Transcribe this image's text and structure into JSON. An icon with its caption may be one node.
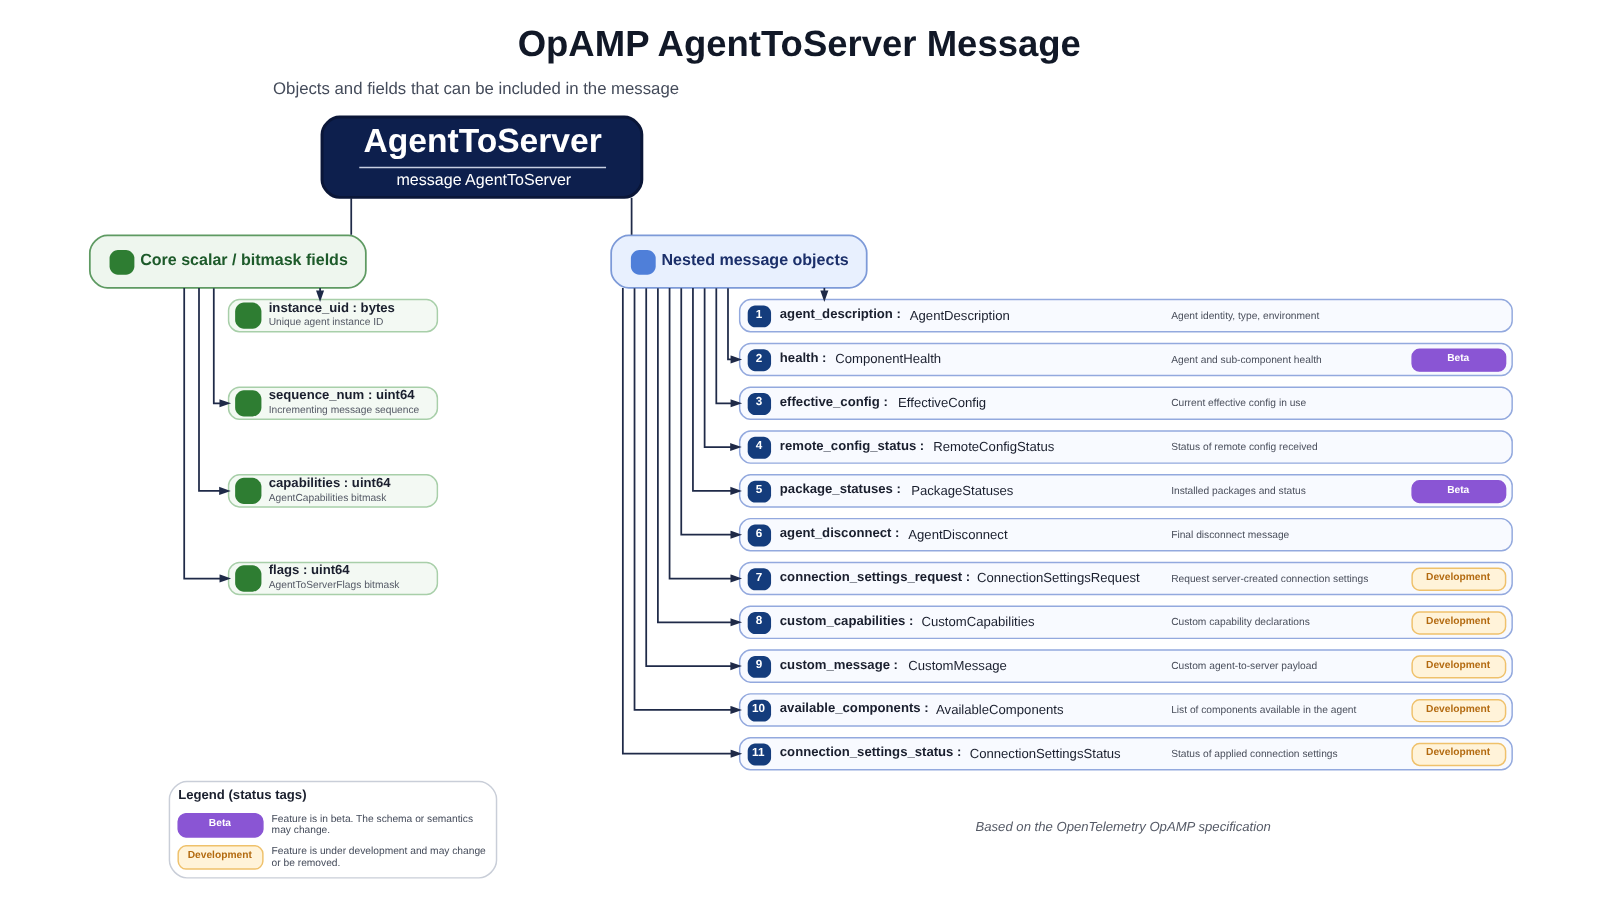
{
  "diagram": {
    "title": "OpAMP AgentToServer Message",
    "caption": "Based on the OpenTelemetry OpAMP specification",
    "nodes": [
      {
        "text": [
          "AgentToServer",
          "message AgentToServer"
        ]
      },
      {
        "text": [
          "Core scalar / bitmask fields"
        ]
      },
      {
        "text": [
          "instance_uid : bytes",
          "Unique agent instance ID"
        ]
      },
      {
        "text": [
          "sequence_num : uint64",
          "Incrementing message sequence"
        ]
      },
      {
        "text": [
          "capabilities : uint64",
          "AgentCapabilities bitmask"
        ]
      },
      {
        "text": [
          "flags : uint64",
          "AgentToServerFlags bitmask"
        ]
      },
      {
        "text": [
          "Nested message objects"
        ]
      },
      {
        "text": [
          "1",
          "agent_description : AgentDescription",
          "Agent identity, type, environment"
        ]
      },
      {
        "text": [
          "2",
          "health : ComponentHealth",
          "Agent and sub-component health",
          "Beta"
        ]
      },
      {
        "text": [
          "3",
          "effective_config : EffectiveConfig",
          "Current effective config in use"
        ]
      },
      {
        "text": [
          "4",
          "remote_config_status : RemoteConfigStatus",
          "Status of remote config received"
        ]
      },
      {
        "text": [
          "5",
          "package_statuses : PackageStatuses",
          "Installed packages and status",
          "Beta"
        ]
      },
      {
        "text": [
          "6",
          "agent_disconnect : AgentDisconnect",
          "Final disconnect message"
        ]
      },
      {
        "text": [
          "7",
          "connection_settings_request : ConnectionSettingsRequest",
          "Request server-created connection settings",
          "Development"
        ]
      },
      {
        "text": [
          "8",
          "custom_capabilities : CustomCapabilities",
          "Custom capability declarations",
          "Development"
        ]
      },
      {
        "text": [
          "9",
          "custom_message : CustomMessage",
          "Custom agent-to-server payload",
          "Development"
        ]
      },
      {
        "text": [
          "10",
          "available_components : AvailableComponents",
          "List of components available in the agent",
          "Development"
        ]
      },
      {
        "text": [
          "11",
          "connection_settings_status : ConnectionSettingsStatus",
          "Status of applied connection settings",
          "Development"
        ]
      }
    ],
    "edges": [
      {
        "from": 0,
        "to": 1,
        "arrow": "none"
      },
      {
        "from": 0,
        "to": 6,
        "arrow": "none"
      },
      {
        "from": 1,
        "to": 2,
        "arrow": "to"
      },
      {
        "from": 1,
        "to": 3,
        "arrow": "to"
      },
      {
        "from": 1,
        "to": 4,
        "arrow": "to"
      },
      {
        "from": 1,
        "to": 5,
        "arrow": "to"
      },
      {
        "from": 6,
        "to": 7,
        "arrow": "to"
      },
      {
        "from": 6,
        "to": 8,
        "arrow": "to"
      },
      {
        "from": 6,
        "to": 9,
        "arrow": "to"
      },
      {
        "from": 6,
        "to": 10,
        "arrow": "to"
      },
      {
        "from": 6,
        "to": 11,
        "arrow": "to"
      },
      {
        "from": 6,
        "to": 12,
        "arrow": "to"
      },
      {
        "from": 6,
        "to": 13,
        "arrow": "to"
      },
      {
        "from": 6,
        "to": 14,
        "arrow": "to"
      },
      {
        "from": 6,
        "to": 15,
        "arrow": "to"
      },
      {
        "from": 6,
        "to": 16,
        "arrow": "to"
      },
      {
        "from": 6,
        "to": 17,
        "arrow": "to"
      }
    ],
    "labels": [
      "Objects and fields that can be included in the message",
      "Legend (status tags)",
      "Beta",
      "Development"
    ],
    "legend": [
      {
        "text": "Feature is in beta. The schema or semantics may change.",
        "color": "#8a55d4"
      },
      {
        "text": "Feature is under development and may change or be removed.",
        "color": "#fff3d9"
      }
    ]
  }
}
